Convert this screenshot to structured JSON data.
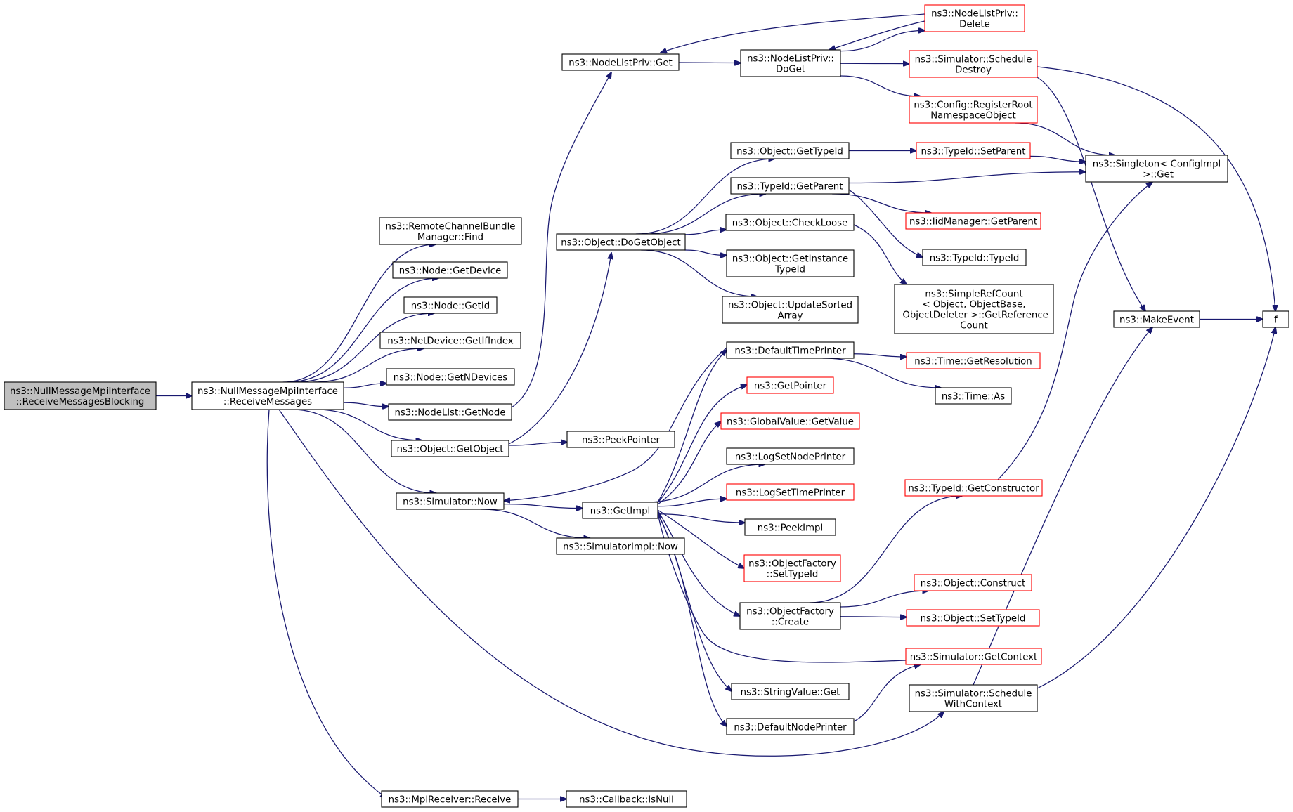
{
  "colors": {
    "edge": "#191970",
    "node_border": "#000000",
    "node_border_external": "#ff0000",
    "root_fill": "#bfbfbf",
    "background": "#ffffff"
  },
  "nodes": [
    {
      "id": "root",
      "lines": [
        "ns3::NullMessageMpiInterface",
        "::ReceiveMessagesBlocking"
      ],
      "kind": "root"
    },
    {
      "id": "recvmsgs",
      "lines": [
        "ns3::NullMessageMpiInterface",
        "::ReceiveMessages"
      ],
      "kind": "normal"
    },
    {
      "id": "rcbm_find",
      "lines": [
        "ns3::RemoteChannelBundle",
        "Manager::Find"
      ],
      "kind": "normal"
    },
    {
      "id": "node_getdevice",
      "lines": [
        "ns3::Node::GetDevice"
      ],
      "kind": "normal"
    },
    {
      "id": "node_getid",
      "lines": [
        "ns3::Node::GetId"
      ],
      "kind": "normal"
    },
    {
      "id": "netdev_getifindex",
      "lines": [
        "ns3::NetDevice::GetIfIndex"
      ],
      "kind": "normal"
    },
    {
      "id": "node_getndevices",
      "lines": [
        "ns3::Node::GetNDevices"
      ],
      "kind": "normal"
    },
    {
      "id": "nodelist_getnode",
      "lines": [
        "ns3::NodeList::GetNode"
      ],
      "kind": "normal"
    },
    {
      "id": "object_getobject",
      "lines": [
        "ns3::Object::GetObject"
      ],
      "kind": "normal"
    },
    {
      "id": "simulator_now",
      "lines": [
        "ns3::Simulator::Now"
      ],
      "kind": "normal"
    },
    {
      "id": "mpireceiver_receive",
      "lines": [
        "ns3::MpiReceiver::Receive"
      ],
      "kind": "normal"
    },
    {
      "id": "nlp_get",
      "lines": [
        "ns3::NodeListPriv::Get"
      ],
      "kind": "normal"
    },
    {
      "id": "obj_dogetobject",
      "lines": [
        "ns3::Object::DoGetObject"
      ],
      "kind": "normal"
    },
    {
      "id": "peekpointer",
      "lines": [
        "ns3::PeekPointer"
      ],
      "kind": "normal"
    },
    {
      "id": "getimpl",
      "lines": [
        "ns3::GetImpl"
      ],
      "kind": "normal"
    },
    {
      "id": "simimpl_now",
      "lines": [
        "ns3::SimulatorImpl::Now"
      ],
      "kind": "normal"
    },
    {
      "id": "callback_isnull",
      "lines": [
        "ns3::Callback::IsNull"
      ],
      "kind": "normal"
    },
    {
      "id": "nlp_doget",
      "lines": [
        "ns3::NodeListPriv::",
        "DoGet"
      ],
      "kind": "normal"
    },
    {
      "id": "obj_gettypeid",
      "lines": [
        "ns3::Object::GetTypeId"
      ],
      "kind": "normal"
    },
    {
      "id": "typeid_getparent",
      "lines": [
        "ns3::TypeId::GetParent"
      ],
      "kind": "normal"
    },
    {
      "id": "obj_checkloose",
      "lines": [
        "ns3::Object::CheckLoose"
      ],
      "kind": "normal"
    },
    {
      "id": "obj_getinstancetypeid",
      "lines": [
        "ns3::Object::GetInstance",
        "TypeId"
      ],
      "kind": "normal"
    },
    {
      "id": "obj_updatesortedarray",
      "lines": [
        "ns3::Object::UpdateSorted",
        "Array"
      ],
      "kind": "normal"
    },
    {
      "id": "defaulttimeprinter",
      "lines": [
        "ns3::DefaultTimePrinter"
      ],
      "kind": "normal"
    },
    {
      "id": "getpointer",
      "lines": [
        "ns3::GetPointer"
      ],
      "kind": "external"
    },
    {
      "id": "globalvalue_getvalue",
      "lines": [
        "ns3::GlobalValue::GetValue"
      ],
      "kind": "external"
    },
    {
      "id": "logsetnodeprinter",
      "lines": [
        "ns3::LogSetNodePrinter"
      ],
      "kind": "normal"
    },
    {
      "id": "logsettimeprinter",
      "lines": [
        "ns3::LogSetTimePrinter"
      ],
      "kind": "external"
    },
    {
      "id": "peekimpl",
      "lines": [
        "ns3::PeekImpl"
      ],
      "kind": "normal"
    },
    {
      "id": "objfactory_settypeid",
      "lines": [
        "ns3::ObjectFactory",
        "::SetTypeId"
      ],
      "kind": "external"
    },
    {
      "id": "objfactory_create",
      "lines": [
        "ns3::ObjectFactory",
        "::Create"
      ],
      "kind": "normal"
    },
    {
      "id": "stringvalue_get",
      "lines": [
        "ns3::StringValue::Get"
      ],
      "kind": "normal"
    },
    {
      "id": "defaultnodeprinter",
      "lines": [
        "ns3::DefaultNodePrinter"
      ],
      "kind": "normal"
    },
    {
      "id": "nlp_delete",
      "lines": [
        "ns3::NodeListPriv::",
        "Delete"
      ],
      "kind": "external"
    },
    {
      "id": "sim_scheduledestroy",
      "lines": [
        "ns3::Simulator::Schedule",
        "Destroy"
      ],
      "kind": "external"
    },
    {
      "id": "config_registerroot",
      "lines": [
        "ns3::Config::RegisterRoot",
        "NamespaceObject"
      ],
      "kind": "external"
    },
    {
      "id": "typeid_setparent",
      "lines": [
        "ns3::TypeId::SetParent"
      ],
      "kind": "external"
    },
    {
      "id": "iidmanager_getparent",
      "lines": [
        "ns3::IidManager::GetParent"
      ],
      "kind": "external"
    },
    {
      "id": "typeid_typeid",
      "lines": [
        "ns3::TypeId::TypeId"
      ],
      "kind": "normal"
    },
    {
      "id": "simplerefcount",
      "lines": [
        "ns3::SimpleRefCount",
        "< Object, ObjectBase,",
        " ObjectDeleter >::GetReference",
        "Count"
      ],
      "kind": "normal"
    },
    {
      "id": "time_getresolution",
      "lines": [
        "ns3::Time::GetResolution"
      ],
      "kind": "external"
    },
    {
      "id": "time_as",
      "lines": [
        "ns3::Time::As"
      ],
      "kind": "normal"
    },
    {
      "id": "typeid_getconstructor",
      "lines": [
        "ns3::TypeId::GetConstructor"
      ],
      "kind": "external"
    },
    {
      "id": "obj_construct",
      "lines": [
        "ns3::Object::Construct"
      ],
      "kind": "external"
    },
    {
      "id": "obj_settypeid",
      "lines": [
        "ns3::Object::SetTypeId"
      ],
      "kind": "external"
    },
    {
      "id": "sim_getcontext",
      "lines": [
        "ns3::Simulator::GetContext"
      ],
      "kind": "external"
    },
    {
      "id": "sim_schedulewithcontext",
      "lines": [
        "ns3::Simulator::Schedule",
        "WithContext"
      ],
      "kind": "normal"
    },
    {
      "id": "singleton_get",
      "lines": [
        "ns3::Singleton< ConfigImpl",
        " >::Get"
      ],
      "kind": "normal"
    },
    {
      "id": "makeevent",
      "lines": [
        "ns3::MakeEvent"
      ],
      "kind": "normal"
    },
    {
      "id": "f",
      "lines": [
        "f"
      ],
      "kind": "normal"
    }
  ],
  "edges": [
    [
      "root",
      "recvmsgs"
    ],
    [
      "recvmsgs",
      "rcbm_find"
    ],
    [
      "recvmsgs",
      "node_getdevice"
    ],
    [
      "recvmsgs",
      "node_getid"
    ],
    [
      "recvmsgs",
      "netdev_getifindex"
    ],
    [
      "recvmsgs",
      "node_getndevices"
    ],
    [
      "recvmsgs",
      "nodelist_getnode"
    ],
    [
      "recvmsgs",
      "object_getobject"
    ],
    [
      "recvmsgs",
      "simulator_now"
    ],
    [
      "recvmsgs",
      "mpireceiver_receive"
    ],
    [
      "recvmsgs",
      "sim_schedulewithcontext"
    ],
    [
      "nodelist_getnode",
      "nlp_get"
    ],
    [
      "object_getobject",
      "obj_dogetobject"
    ],
    [
      "object_getobject",
      "peekpointer"
    ],
    [
      "simulator_now",
      "getimpl"
    ],
    [
      "simulator_now",
      "simimpl_now"
    ],
    [
      "mpireceiver_receive",
      "callback_isnull"
    ],
    [
      "nlp_get",
      "nlp_doget"
    ],
    [
      "nlp_doget",
      "nlp_delete"
    ],
    [
      "nlp_doget",
      "sim_scheduledestroy"
    ],
    [
      "nlp_doget",
      "config_registerroot"
    ],
    [
      "nlp_delete",
      "nlp_doget"
    ],
    [
      "nlp_delete",
      "nlp_get"
    ],
    [
      "obj_dogetobject",
      "obj_gettypeid"
    ],
    [
      "obj_dogetobject",
      "typeid_getparent"
    ],
    [
      "obj_dogetobject",
      "obj_checkloose"
    ],
    [
      "obj_dogetobject",
      "obj_getinstancetypeid"
    ],
    [
      "obj_dogetobject",
      "obj_updatesortedarray"
    ],
    [
      "obj_gettypeid",
      "typeid_setparent"
    ],
    [
      "typeid_setparent",
      "singleton_get"
    ],
    [
      "typeid_getparent",
      "singleton_get"
    ],
    [
      "typeid_getparent",
      "iidmanager_getparent"
    ],
    [
      "typeid_getparent",
      "typeid_typeid"
    ],
    [
      "obj_checkloose",
      "simplerefcount"
    ],
    [
      "config_registerroot",
      "singleton_get"
    ],
    [
      "sim_scheduledestroy",
      "makeevent"
    ],
    [
      "sim_scheduledestroy",
      "f"
    ],
    [
      "getimpl",
      "defaulttimeprinter"
    ],
    [
      "getimpl",
      "getpointer"
    ],
    [
      "getimpl",
      "globalvalue_getvalue"
    ],
    [
      "getimpl",
      "logsetnodeprinter"
    ],
    [
      "getimpl",
      "logsettimeprinter"
    ],
    [
      "getimpl",
      "peekimpl"
    ],
    [
      "getimpl",
      "objfactory_settypeid"
    ],
    [
      "getimpl",
      "objfactory_create"
    ],
    [
      "getimpl",
      "stringvalue_get"
    ],
    [
      "getimpl",
      "defaultnodeprinter"
    ],
    [
      "defaulttimeprinter",
      "simulator_now"
    ],
    [
      "defaulttimeprinter",
      "time_getresolution"
    ],
    [
      "defaulttimeprinter",
      "time_as"
    ],
    [
      "objfactory_create",
      "typeid_getconstructor"
    ],
    [
      "objfactory_create",
      "obj_construct"
    ],
    [
      "objfactory_create",
      "obj_settypeid"
    ],
    [
      "typeid_getconstructor",
      "singleton_get"
    ],
    [
      "sim_getcontext",
      "getimpl"
    ],
    [
      "defaultnodeprinter",
      "sim_getcontext"
    ],
    [
      "sim_schedulewithcontext",
      "makeevent"
    ],
    [
      "sim_schedulewithcontext",
      "f"
    ],
    [
      "makeevent",
      "f"
    ]
  ]
}
